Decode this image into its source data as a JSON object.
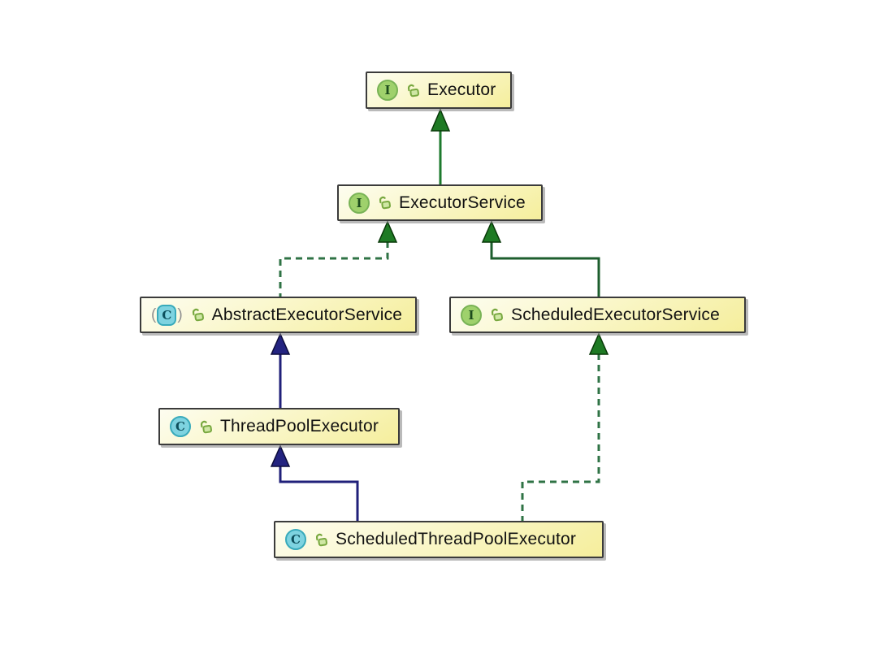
{
  "diagram": {
    "title": "Java Executor framework class hierarchy",
    "background_color": "#ffffff",
    "nodes": [
      {
        "id": "executor",
        "label": "Executor",
        "kind": "interface",
        "icon_letter": "I",
        "visibility_icon": "open-lock"
      },
      {
        "id": "executor-service",
        "label": "ExecutorService",
        "kind": "interface",
        "icon_letter": "I",
        "visibility_icon": "open-lock"
      },
      {
        "id": "abstract-executor-service",
        "label": "AbstractExecutorService",
        "kind": "abstract-class",
        "icon_letter": "C",
        "paren_open": "(",
        "paren_close": ")",
        "visibility_icon": "open-lock"
      },
      {
        "id": "scheduled-executor-service",
        "label": "ScheduledExecutorService",
        "kind": "interface",
        "icon_letter": "I",
        "visibility_icon": "open-lock"
      },
      {
        "id": "thread-pool-executor",
        "label": "ThreadPoolExecutor",
        "kind": "class",
        "icon_letter": "C",
        "visibility_icon": "open-lock"
      },
      {
        "id": "scheduled-thread-pool-executor",
        "label": "ScheduledThreadPoolExecutor",
        "kind": "class",
        "icon_letter": "C",
        "visibility_icon": "open-lock"
      }
    ],
    "edges": [
      {
        "from": "ExecutorService",
        "to": "Executor",
        "relationship": "extends",
        "line": "solid",
        "color": "#1d7a2e"
      },
      {
        "from": "AbstractExecutorService",
        "to": "ExecutorService",
        "relationship": "implements",
        "line": "dashed",
        "color": "#2f7345"
      },
      {
        "from": "ScheduledExecutorService",
        "to": "ExecutorService",
        "relationship": "extends",
        "line": "solid",
        "color": "#1d7a2e"
      },
      {
        "from": "ThreadPoolExecutor",
        "to": "AbstractExecutorService",
        "relationship": "extends",
        "line": "solid",
        "color": "#20207a"
      },
      {
        "from": "ScheduledThreadPoolExecutor",
        "to": "ThreadPoolExecutor",
        "relationship": "extends",
        "line": "solid",
        "color": "#20207a"
      },
      {
        "from": "ScheduledThreadPoolExecutor",
        "to": "ScheduledExecutorService",
        "relationship": "implements",
        "line": "dashed",
        "color": "#2f7345"
      }
    ],
    "colors": {
      "node_fill_top": "#fdfdf0",
      "node_fill_bottom": "#f5ee9c",
      "node_border": "#3b3b3b",
      "interface_icon_fill": "#9fd16c",
      "class_icon_fill": "#7ed3e0",
      "green_arrow": "#1d7a2e",
      "navy_arrow": "#20207a",
      "lock_icon_green": "#78a83f"
    }
  }
}
